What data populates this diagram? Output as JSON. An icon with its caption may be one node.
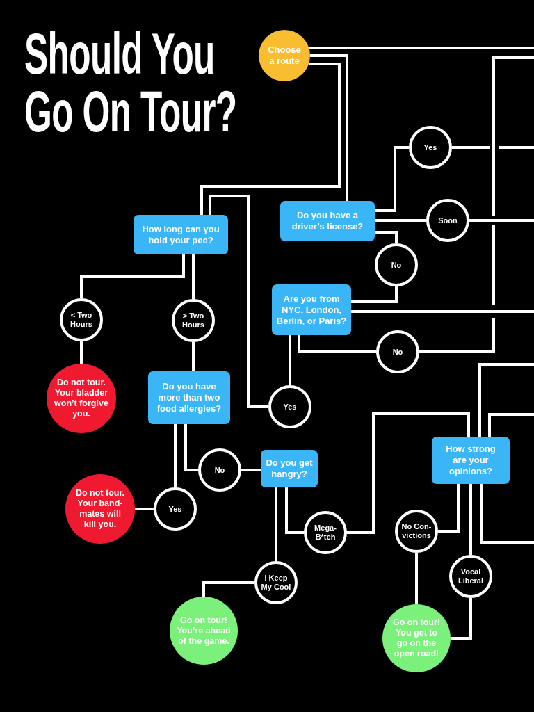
{
  "diagram": {
    "title": "Should You Go On Tour?",
    "nodes": [
      {
        "text": [
          "Choose a route"
        ]
      },
      {
        "text": [
          "How long can you hold your pee?"
        ]
      },
      {
        "text": [
          "Do you have a driver’s license?"
        ]
      },
      {
        "text": [
          "Yes"
        ]
      },
      {
        "text": [
          "Soon"
        ]
      },
      {
        "text": [
          "No"
        ]
      },
      {
        "text": [
          "Are you from NYC, London, Berlin, or Paris?"
        ]
      },
      {
        "text": [
          "< Two Hours"
        ]
      },
      {
        "text": [
          "> Two Hours"
        ]
      },
      {
        "text": [
          "No"
        ]
      },
      {
        "text": [
          "Do not tour. Your bladder won’t forgive you."
        ]
      },
      {
        "text": [
          "Do you have more than two food allergies?"
        ]
      },
      {
        "text": [
          "Yes"
        ]
      },
      {
        "text": [
          "How strong are your opinions?"
        ]
      },
      {
        "text": [
          "No"
        ]
      },
      {
        "text": [
          "Do you get hangry?"
        ]
      },
      {
        "text": [
          "Do not tour. Your band-mates will kill you."
        ]
      },
      {
        "text": [
          "Yes"
        ]
      },
      {
        "text": [
          "Mega-B*tch"
        ]
      },
      {
        "text": [
          "No Con-victions"
        ]
      },
      {
        "text": [
          "I Keep My Cool"
        ]
      },
      {
        "text": [
          "Vocal Liberal"
        ]
      },
      {
        "text": [
          "Go on tour! You’re ahead of the game."
        ]
      },
      {
        "text": [
          "Go on tour! You get to go on the open road!"
        ]
      }
    ],
    "edges": [
      {
        "from": 0,
        "to": null,
        "arrow": "none"
      },
      {
        "from": 0,
        "to": 2,
        "arrow": "none"
      },
      {
        "from": 0,
        "to": 1,
        "arrow": "none"
      },
      {
        "from": 2,
        "to": 3,
        "arrow": "none"
      },
      {
        "from": 3,
        "to": null,
        "arrow": "none"
      },
      {
        "from": 2,
        "to": 4,
        "arrow": "none"
      },
      {
        "from": 4,
        "to": null,
        "arrow": "none"
      },
      {
        "from": 2,
        "to": 5,
        "arrow": "none"
      },
      {
        "from": 5,
        "to": 6,
        "arrow": "none"
      },
      {
        "from": 6,
        "to": null,
        "arrow": "none"
      },
      {
        "from": 6,
        "to": 9,
        "arrow": "none"
      },
      {
        "from": 9,
        "to": null,
        "arrow": "none"
      },
      {
        "from": 6,
        "to": 12,
        "arrow": "none"
      },
      {
        "from": 12,
        "to": 1,
        "arrow": "none"
      },
      {
        "from": 1,
        "to": 7,
        "arrow": "none"
      },
      {
        "from": 1,
        "to": 8,
        "arrow": "none"
      },
      {
        "from": 7,
        "to": 10,
        "arrow": "none"
      },
      {
        "from": 8,
        "to": 11,
        "arrow": "none"
      },
      {
        "from": 11,
        "to": 17,
        "arrow": "none"
      },
      {
        "from": 17,
        "to": 16,
        "arrow": "none"
      },
      {
        "from": 11,
        "to": 14,
        "arrow": "none"
      },
      {
        "from": 14,
        "to": 15,
        "arrow": "none"
      },
      {
        "from": 15,
        "to": 20,
        "arrow": "none"
      },
      {
        "from": 15,
        "to": 18,
        "arrow": "none"
      },
      {
        "from": 20,
        "to": 22,
        "arrow": "none"
      },
      {
        "from": 18,
        "to": 13,
        "arrow": "none"
      },
      {
        "from": null,
        "to": 13,
        "arrow": "none"
      },
      {
        "from": null,
        "to": 13,
        "arrow": "none"
      },
      {
        "from": 13,
        "to": null,
        "arrow": "none"
      },
      {
        "from": 13,
        "to": 19,
        "arrow": "none"
      },
      {
        "from": 13,
        "to": 21,
        "arrow": "none"
      },
      {
        "from": 19,
        "to": 23,
        "arrow": "none"
      },
      {
        "from": 21,
        "to": 23,
        "arrow": "none"
      }
    ]
  }
}
